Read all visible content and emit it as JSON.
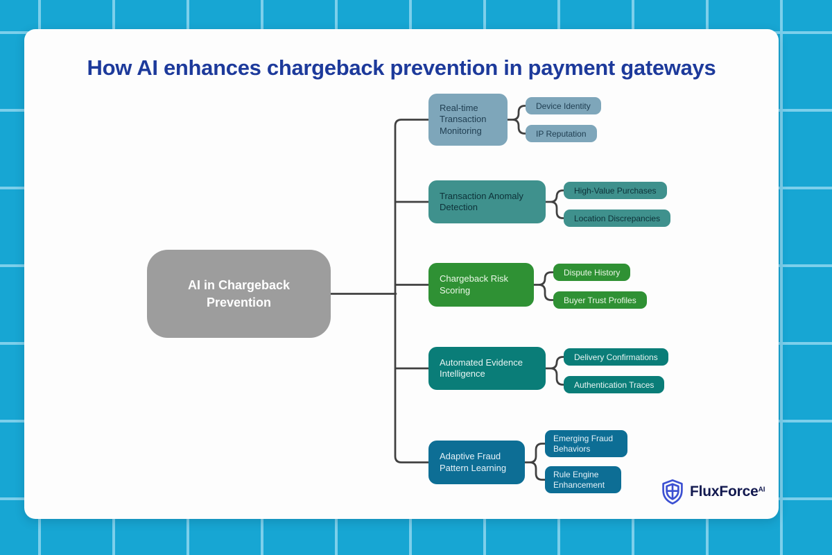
{
  "title": "How AI enhances chargeback prevention in payment gateways",
  "canvas": {
    "background": "#17a6d3",
    "grid_line": "#7ccfeb",
    "card_background": "#fdfdfd",
    "title_color": "#1d3a9b",
    "connector_color": "#404040"
  },
  "center_node": {
    "label": "AI in Chargeback Prevention",
    "bg": "#9d9d9d",
    "fg": "#ffffff"
  },
  "branches": [
    {
      "label": "Real-time Transaction Monitoring",
      "bg": "#7ea6ba",
      "fg": "#203f52",
      "children": [
        {
          "label": "Device Identity"
        },
        {
          "label": "IP Reputation"
        }
      ]
    },
    {
      "label": "Transaction Anomaly Detection",
      "bg": "#3f918d",
      "fg": "#0d3138",
      "children": [
        {
          "label": "High-Value Purchases"
        },
        {
          "label": "Location Discrepancies"
        }
      ]
    },
    {
      "label": "Chargeback Risk Scoring",
      "bg": "#2f9134",
      "fg": "#ecf8e8",
      "children": [
        {
          "label": "Dispute History"
        },
        {
          "label": "Buyer Trust Profiles"
        }
      ]
    },
    {
      "label": "Automated Evidence Intelligence",
      "bg": "#0a7d78",
      "fg": "#e9f5f3",
      "children": [
        {
          "label": "Delivery Confirmations"
        },
        {
          "label": "Authentication Traces"
        }
      ]
    },
    {
      "label": "Adaptive Fraud Pattern Learning",
      "bg": "#0d6e95",
      "fg": "#e6f2f8",
      "children": [
        {
          "label": "Emerging Fraud Behaviors"
        },
        {
          "label": "Rule Engine Enhancement"
        }
      ]
    }
  ],
  "logo": {
    "brand": "FluxForce",
    "suffix": "AI",
    "shield_color": "#3c50d2",
    "text_color": "#12194f"
  }
}
